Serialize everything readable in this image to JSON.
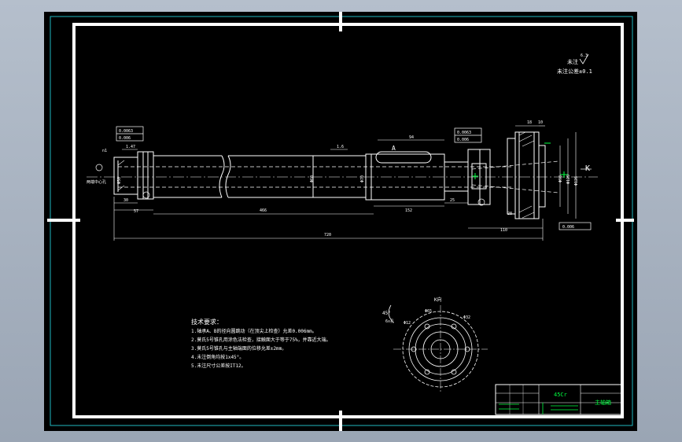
{
  "general_note": {
    "label": "未注",
    "symbol": "6.3",
    "tolerance": "未注公差±0.1"
  },
  "view_label": "K",
  "section_label": "A",
  "aux_labels": {
    "k_view": "K向",
    "left_note": "两端中心孔",
    "angle": "45°"
  },
  "dimensions": {
    "total_length": "720",
    "shaft_length": "466",
    "seg_right": "152",
    "seg_left1": "30",
    "seg_left2": "57",
    "flange_w": "25",
    "small_d1": "110",
    "small_d2": "28",
    "dia1": "Φ50",
    "dia2": "Φ60",
    "dia3": "Φ70",
    "dia4": "Φ98",
    "dia5": "Φ125",
    "dia6": "Φ126",
    "keyway": "94",
    "top_left": "1.47",
    "top_mid": "1.6",
    "top_r1": "18",
    "top_r2": "10",
    "mark_n1": "n1"
  },
  "tolerance_frames": {
    "left": [
      "0.0063",
      "0.006"
    ],
    "right": [
      "0.0063",
      "0.006"
    ],
    "bottom_right": "0.006"
  },
  "tech_req": {
    "title": "技术要求：",
    "items": [
      "1.轴承A、B的径向圆跳动（在顶尖上检查）允差0.006mm。",
      "2.莫氏5号锥孔用涂色法检查，接触面大于等于75%，并靠近大端。",
      "3.莫氏5号锥孔与主轴端面的位移允差±2mm。",
      "4.未注倒角均按1x45°。",
      "5.未注尺寸公差按IT12。"
    ]
  },
  "k_view_dims": [
    "6x孔",
    "Φ12",
    "Φ65",
    "Φ32"
  ],
  "title_block": {
    "material": "45Cr",
    "name": "主轴箱"
  }
}
